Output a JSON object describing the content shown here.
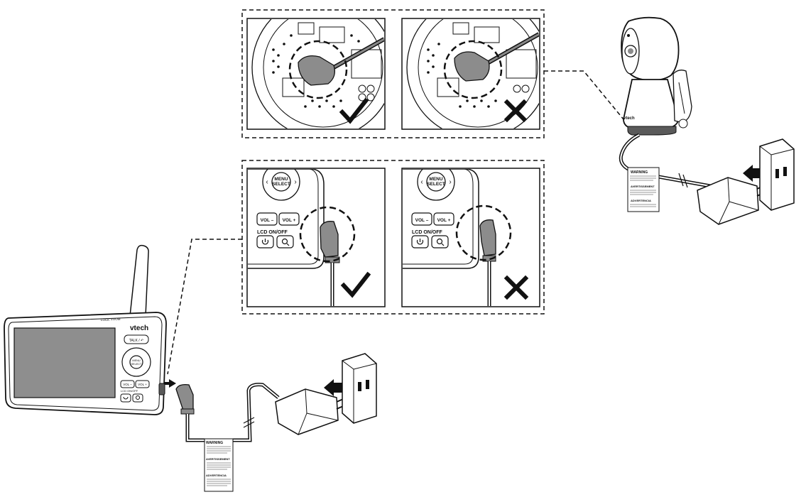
{
  "monitor": {
    "brand": "vtech",
    "top_label_left": "LOCK",
    "top_label_right": "ZOOM",
    "talk_button": "TALK / ↶",
    "menu_button_line1": "MENU",
    "menu_button_line2": "SELECT",
    "vol_minus": "VOL –",
    "vol_plus": "VOL +",
    "lcd_label": "LCD ON/OFF"
  },
  "camera": {
    "brand": "vtech"
  },
  "warning_tag": {
    "warning": "WARNING",
    "avertissement": "AVERTISSEMENT",
    "advertencia": "ADVERTENCIA"
  },
  "detail_panels": {
    "menu_line1": "MENU",
    "menu_line2": "SELECT",
    "vol_minus": "VOL –",
    "vol_plus": "VOL +",
    "lcd_label": "LCD ON/OFF",
    "power_icon": "power-icon",
    "zoom_icon": "zoom-icon"
  },
  "marks": {
    "correct": "checkmark-icon",
    "incorrect": "cross-icon"
  },
  "colors": {
    "line": "#111111",
    "plug_gray": "#8c8c8c",
    "plug_dark": "#5a5a5a",
    "screen_gray": "#8e8e8e"
  }
}
